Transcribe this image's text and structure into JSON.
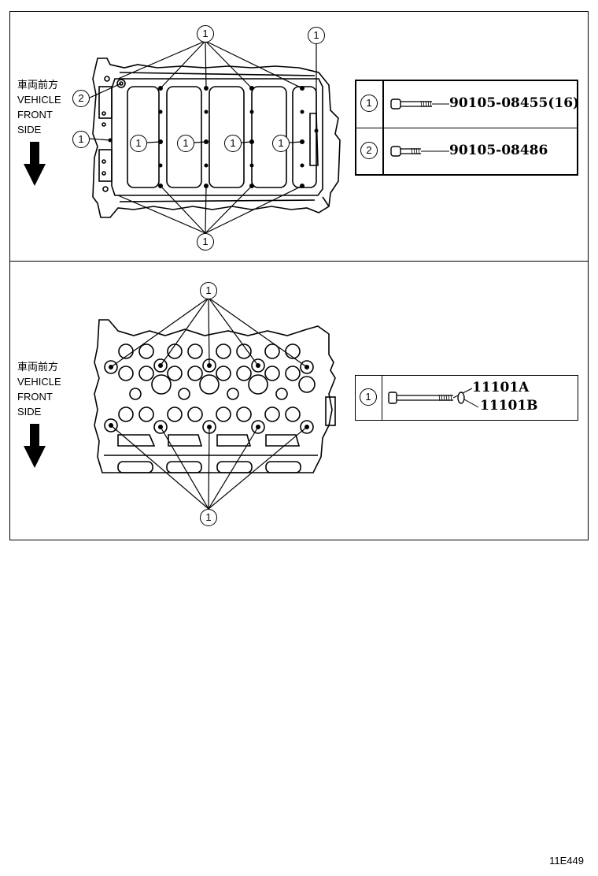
{
  "front_label": [
    "車両前方",
    "VEHICLE",
    "FRONT",
    "SIDE"
  ],
  "callout_1": "1",
  "callout_2": "2",
  "top_legend": [
    {
      "num": "1",
      "part": "90105-08455(16)"
    },
    {
      "num": "2",
      "part": "90105-08486"
    }
  ],
  "bottom_legend": {
    "num": "1",
    "parts": [
      "11101A",
      "11101B"
    ]
  },
  "footer_code": "11E449"
}
